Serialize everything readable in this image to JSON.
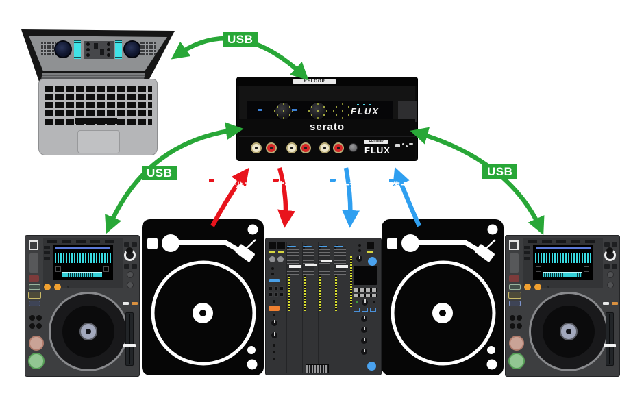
{
  "labels": {
    "usb": "USB",
    "audio_cable": {
      "line1": "オーディオ",
      "line2": "ケーブル"
    }
  },
  "colors": {
    "usb_green": "#28a737",
    "audio_red": "#e8131c",
    "audio_blue": "#2f9ff0"
  },
  "interface": {
    "brand": "RELOOP",
    "front_text": "serato",
    "model": "FLUX"
  },
  "devices": [
    {
      "id": "laptop",
      "type": "laptop-with-dj-software"
    },
    {
      "id": "audio-interface",
      "type": "usb-audio-interface",
      "brand": "RELOOP",
      "model": "FLUX",
      "front_text": "serato"
    },
    {
      "id": "cdj-left",
      "type": "dj-media-player"
    },
    {
      "id": "turntable-left",
      "type": "turntable"
    },
    {
      "id": "mixer",
      "type": "dj-mixer"
    },
    {
      "id": "turntable-right",
      "type": "turntable"
    },
    {
      "id": "cdj-right",
      "type": "dj-media-player"
    }
  ],
  "connections": [
    {
      "from": "laptop",
      "to": "audio-interface",
      "cable": "USB",
      "color": "#28a737",
      "arrows": "both"
    },
    {
      "from": "cdj-left",
      "to": "audio-interface",
      "cable": "USB",
      "color": "#28a737",
      "arrows": "both"
    },
    {
      "from": "audio-interface",
      "to": "cdj-right",
      "cable": "USB",
      "color": "#28a737",
      "arrows": "both"
    },
    {
      "from": "turntable-left",
      "to": "audio-interface",
      "cable": "オーディオケーブル",
      "color": "#e8131c",
      "arrows": "to"
    },
    {
      "from": "audio-interface",
      "to": "mixer",
      "cable": "オーディオケーブル",
      "color": "#e8131c",
      "arrows": "to"
    },
    {
      "from": "audio-interface",
      "to": "mixer",
      "cable": "オーディオケーブル",
      "color": "#2f9ff0",
      "arrows": "to"
    },
    {
      "from": "turntable-right",
      "to": "audio-interface",
      "cable": "オーディオケーブル",
      "color": "#2f9ff0",
      "arrows": "to"
    }
  ]
}
